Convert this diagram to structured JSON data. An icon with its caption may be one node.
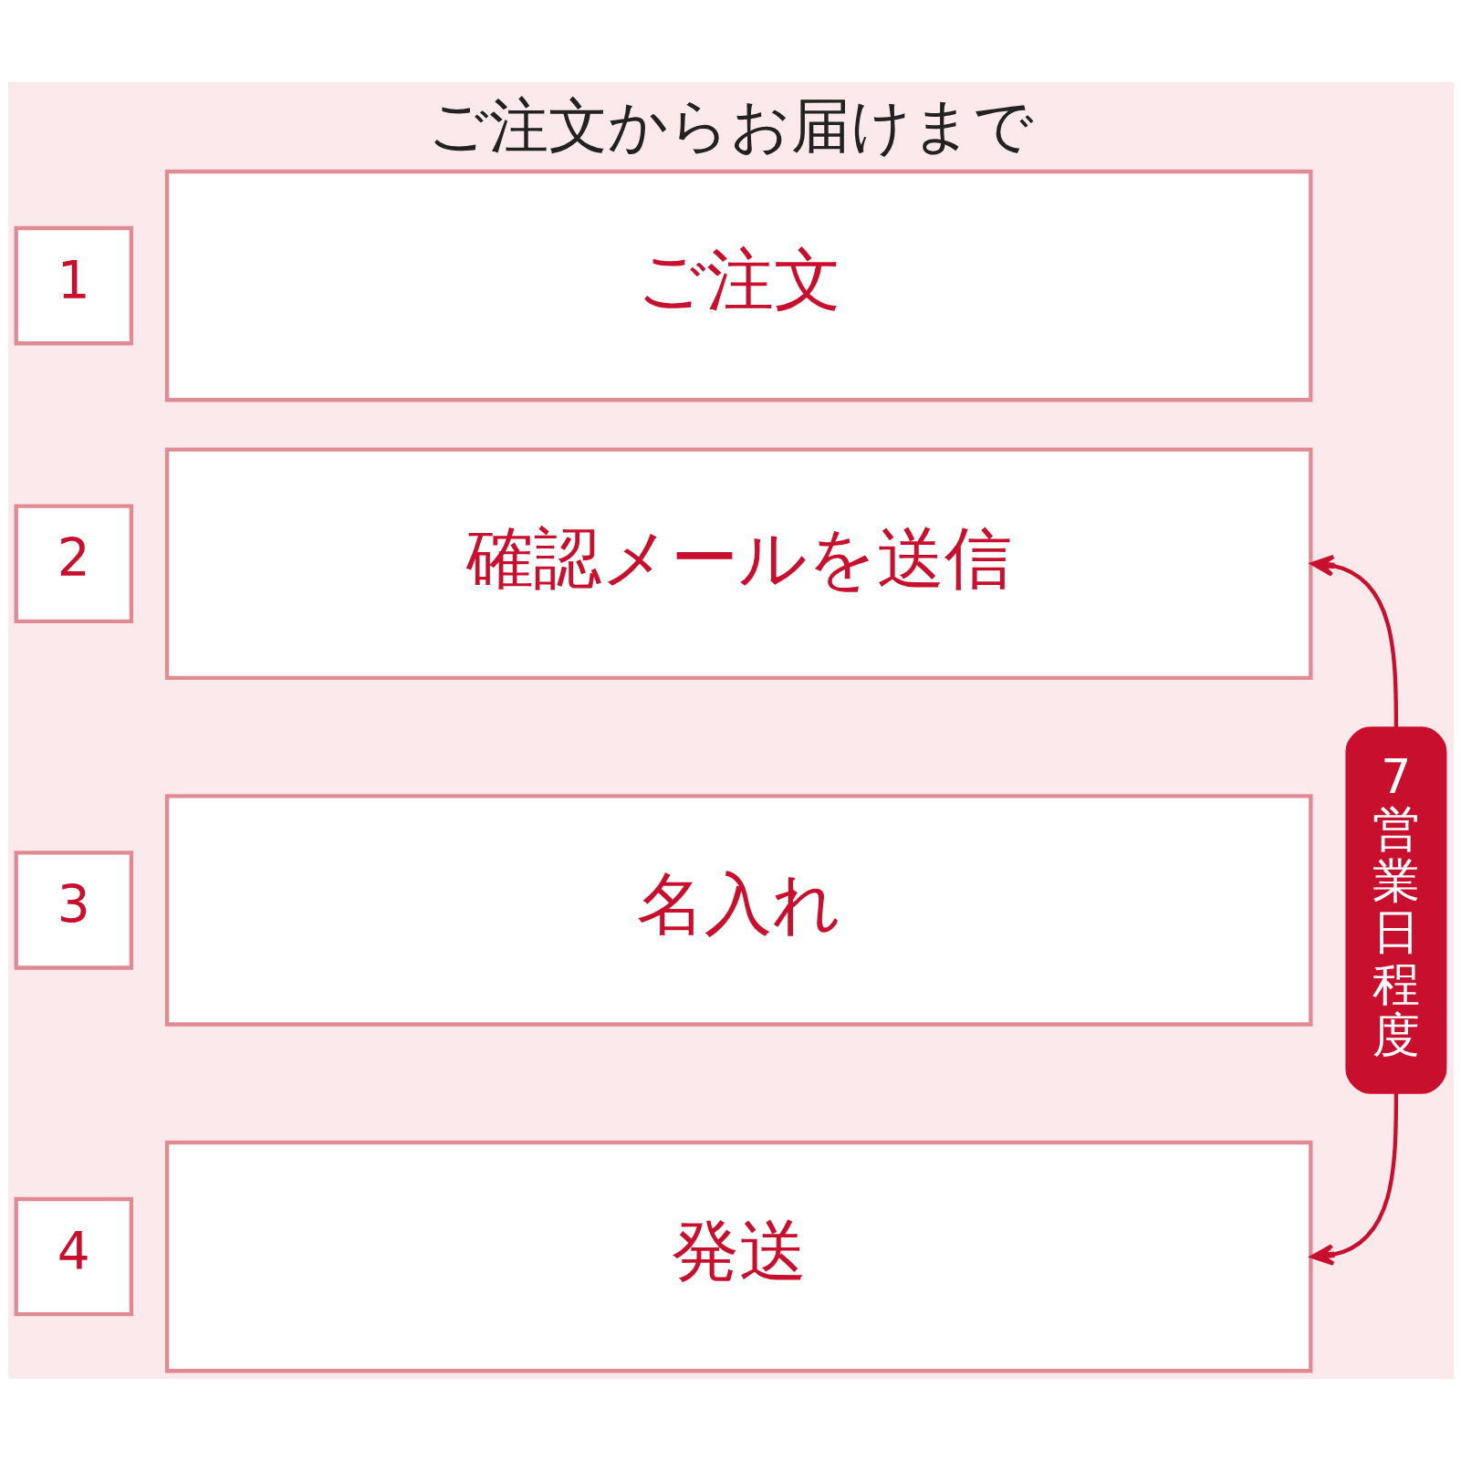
{
  "diagram": {
    "title": "ご注文からお届けまで",
    "nodes": [
      {
        "text": [
          "1"
        ]
      },
      {
        "text": [
          "ご注文"
        ]
      },
      {
        "text": [
          "2"
        ]
      },
      {
        "text": [
          "確認メールを送信"
        ]
      },
      {
        "text": [
          "3"
        ]
      },
      {
        "text": [
          "名入れ"
        ]
      },
      {
        "text": [
          "4"
        ]
      },
      {
        "text": [
          "発送"
        ]
      },
      {
        "text": [
          "7営業日程度"
        ]
      }
    ],
    "edges": [
      {
        "from": 8,
        "to": 3,
        "arrow": "to"
      },
      {
        "from": 8,
        "to": 7,
        "arrow": "to"
      }
    ]
  }
}
